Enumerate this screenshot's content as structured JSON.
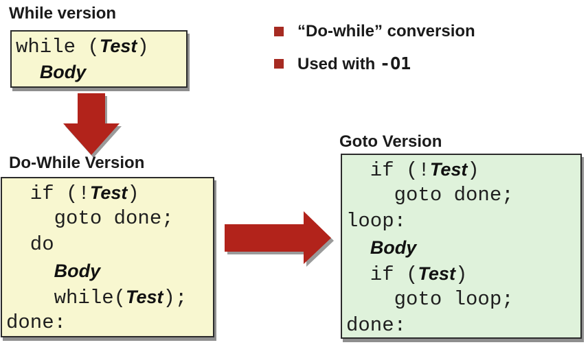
{
  "headings": {
    "while_title": "While version",
    "dowhile_title": "Do-While Version",
    "goto_title": "Goto Version"
  },
  "bullets": [
    {
      "segments": [
        {
          "text": "“Do-while” conversion"
        }
      ]
    },
    {
      "segments": [
        {
          "text": "Used with "
        },
        {
          "text": "-O1",
          "style": "mono-bold"
        }
      ]
    }
  ],
  "boxes": {
    "while": {
      "bg": "#f8f7d0",
      "lines": [
        {
          "segments": [
            {
              "text": "while ("
            },
            {
              "text": "Test",
              "em": true
            },
            {
              "text": ")"
            }
          ]
        },
        {
          "segments": [
            {
              "text": "  "
            },
            {
              "text": "Body",
              "em": true
            }
          ]
        }
      ]
    },
    "dowhile": {
      "bg": "#f8f7d0",
      "lines": [
        {
          "segments": [
            {
              "text": "  if (!"
            },
            {
              "text": "Test",
              "em": true
            },
            {
              "text": ")"
            }
          ]
        },
        {
          "segments": [
            {
              "text": "    goto done;"
            }
          ]
        },
        {
          "segments": [
            {
              "text": "  do"
            }
          ]
        },
        {
          "segments": [
            {
              "text": "    "
            },
            {
              "text": "Body",
              "em": true
            }
          ]
        },
        {
          "segments": [
            {
              "text": "    while("
            },
            {
              "text": "Test",
              "em": true
            },
            {
              "text": ");"
            }
          ]
        },
        {
          "segments": [
            {
              "text": "done:"
            }
          ]
        }
      ]
    },
    "goto": {
      "bg": "#dff2db",
      "lines": [
        {
          "segments": [
            {
              "text": "  if (!"
            },
            {
              "text": "Test",
              "em": true
            },
            {
              "text": ")"
            }
          ]
        },
        {
          "segments": [
            {
              "text": "    goto done;"
            }
          ]
        },
        {
          "segments": [
            {
              "text": "loop:"
            }
          ]
        },
        {
          "segments": [
            {
              "text": "  "
            },
            {
              "text": "Body",
              "em": true
            }
          ]
        },
        {
          "segments": [
            {
              "text": "  if ("
            },
            {
              "text": "Test",
              "em": true
            },
            {
              "text": ")"
            }
          ]
        },
        {
          "segments": [
            {
              "text": "    goto loop;"
            }
          ]
        },
        {
          "segments": [
            {
              "text": "done:"
            }
          ]
        }
      ]
    }
  },
  "icons": {
    "down_arrow": "down-arrow",
    "right_arrow": "right-arrow"
  },
  "colors": {
    "arrow_red": "#b2231b",
    "bullet_red": "#a62b22",
    "box_yellow": "#f8f7d0",
    "box_green": "#dff2db",
    "box_border": "#2b2b2b",
    "shadow_gray": "#8f8f8f",
    "text": "#1a1a1a"
  }
}
